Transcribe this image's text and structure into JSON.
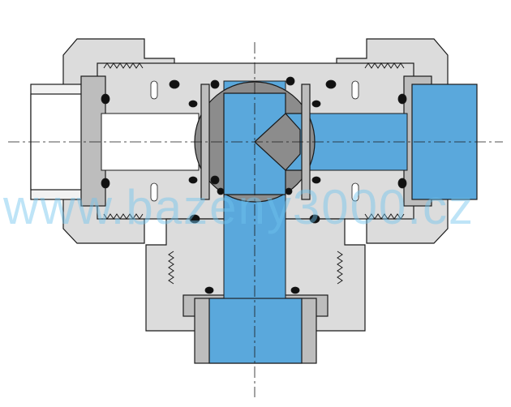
{
  "watermark": {
    "text": "www.bazeny3000.cz"
  },
  "colors": {
    "background": "#ffffff",
    "body_light_gray": "#dcdcdc",
    "body_mid_gray": "#bdbdbd",
    "ball_dark_gray": "#8c8c8c",
    "flow_blue": "#5aa8dc",
    "flow_blue_light": "#9ac9ea",
    "outline": "#1a1a1a",
    "seal_black": "#111111",
    "watermark": "#6fc3ee"
  },
  "icons": [
    "three-way-ball-valve-cross-section",
    "axis-centerline"
  ]
}
